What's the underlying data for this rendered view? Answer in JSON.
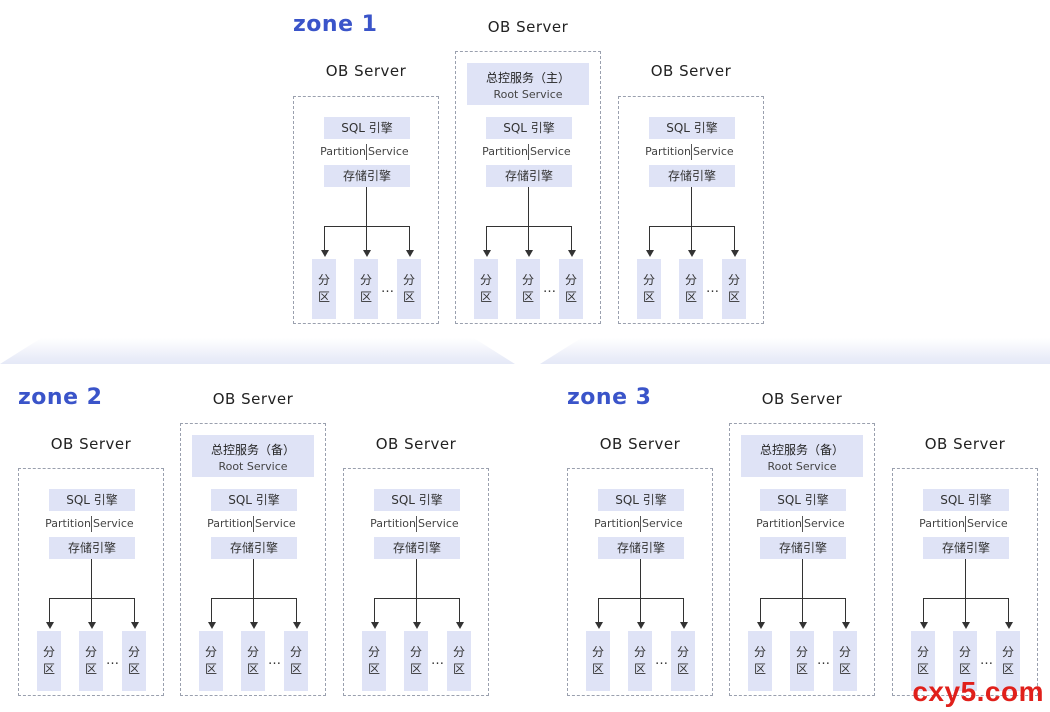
{
  "zones": [
    {
      "title": "zone 1",
      "servers": [
        {
          "label": "OB Server",
          "root": null
        },
        {
          "label": "OB Server",
          "root": {
            "name": "总控服务（主）",
            "sub": "Root Service"
          }
        },
        {
          "label": "OB Server",
          "root": null
        }
      ]
    },
    {
      "title": "zone 2",
      "servers": [
        {
          "label": "OB Server",
          "root": null
        },
        {
          "label": "OB Server",
          "root": {
            "name": "总控服务（备）",
            "sub": "Root Service"
          }
        },
        {
          "label": "OB Server",
          "root": null
        }
      ]
    },
    {
      "title": "zone 3",
      "servers": [
        {
          "label": "OB Server",
          "root": null
        },
        {
          "label": "OB Server",
          "root": {
            "name": "总控服务（备）",
            "sub": "Root Service"
          }
        },
        {
          "label": "OB Server",
          "root": null
        }
      ]
    }
  ],
  "engine": {
    "sql": "SQL 引擎",
    "partition": "Partition",
    "service": "Service",
    "storage": "存储引擎",
    "part_top": "分",
    "part_bottom": "区",
    "ellipsis": "…"
  },
  "watermark": "cxy5.com"
}
